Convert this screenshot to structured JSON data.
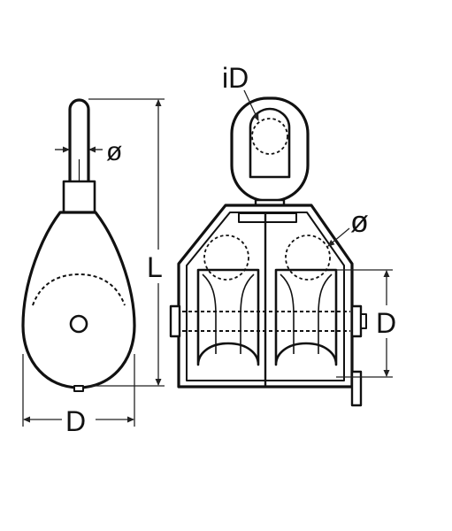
{
  "labels": {
    "side_shackle_dia": "ø",
    "side_length": "L",
    "side_sheave_dia": "D",
    "front_eye_inner_dia": "iD",
    "front_rope_dia": "ø",
    "front_sheave_dia": "D"
  },
  "colors": {
    "stroke": "#111111",
    "fill": "#ffffff",
    "dim_line": "#222222"
  }
}
